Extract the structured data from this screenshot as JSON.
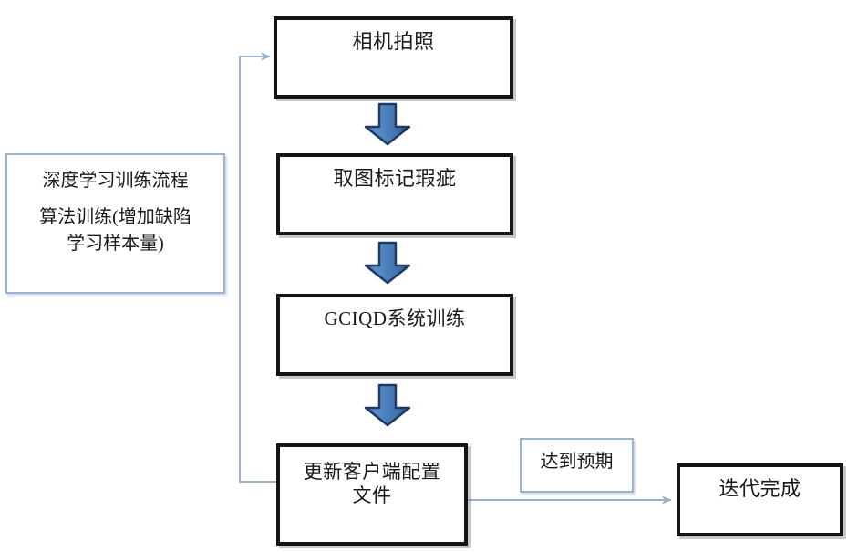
{
  "diagram": {
    "type": "flowchart",
    "title": "深度学习训练流程",
    "orientation": "vertical-with-feedback-loop",
    "colors": {
      "node_border": "#151515",
      "node_fill": "#ffffff",
      "thin_border": "#9bb2d0",
      "arrow_fill": "#4a7ebb",
      "arrow_stroke": "#1f3864",
      "connector_line": "#8ba4c4",
      "text": "#1a1a1a"
    }
  },
  "nodes": {
    "info": {
      "line1": "深度学习训练流程",
      "line2": "算法训练(增加缺陷",
      "line3": "学习样本量)"
    },
    "camera": {
      "label": "相机拍照"
    },
    "mark": {
      "label": "取图标记瑕疵"
    },
    "train": {
      "label": "GCIQD系统训练"
    },
    "update": {
      "label": "更新客户端配置\n文件"
    },
    "expect": {
      "label": "达到预期"
    },
    "done": {
      "label": "迭代完成"
    }
  },
  "edges": [
    {
      "id": "camera-to-mark",
      "from": "camera",
      "to": "mark",
      "style": "blue-block-arrow",
      "direction": "down"
    },
    {
      "id": "mark-to-train",
      "from": "mark",
      "to": "train",
      "style": "blue-block-arrow",
      "direction": "down"
    },
    {
      "id": "train-to-update",
      "from": "train",
      "to": "update",
      "style": "blue-block-arrow",
      "direction": "down"
    },
    {
      "id": "update-to-done",
      "from": "update",
      "to": "done",
      "style": "thin-line-arrow",
      "direction": "right",
      "label": "达到预期"
    },
    {
      "id": "update-to-camera",
      "from": "update",
      "to": "camera",
      "style": "thin-line-arrow",
      "direction": "feedback-loop-left"
    }
  ]
}
